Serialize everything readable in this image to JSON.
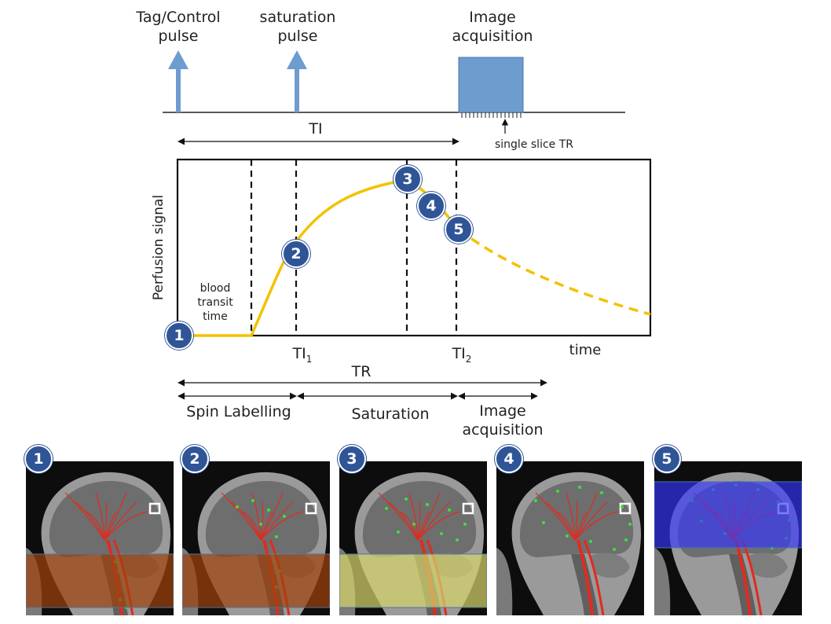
{
  "timing": {
    "tag_pulse": "Tag/Control\npulse",
    "saturation_pulse": "saturation\npulse",
    "image_acquisition": "Image\nacquisition",
    "ti": "TI",
    "single_slice_tr": "single slice TR"
  },
  "plot": {
    "ylabel": "Perfusion signal",
    "blood_transit": "blood\ntransit\ntime",
    "ti1_main": "TI",
    "ti1_sub": "1",
    "ti2_main": "TI",
    "ti2_sub": "2",
    "xlabel": "time",
    "points": [
      "1",
      "2",
      "3",
      "4",
      "5"
    ]
  },
  "phases": {
    "tr": "TR",
    "spin_labelling": "Spin Labelling",
    "saturation": "Saturation",
    "image_acquisition": "Image\nacquisition"
  },
  "panels": [
    {
      "number": "1",
      "overlay": "labelling"
    },
    {
      "number": "2",
      "overlay": "labelling"
    },
    {
      "number": "3",
      "overlay": "saturation"
    },
    {
      "number": "4",
      "overlay": "none"
    },
    {
      "number": "5",
      "overlay": "acquisition"
    }
  ],
  "colors": {
    "pulse": "#6f9ccf",
    "acquisition": "#6f9ccf",
    "curve": "#f2c200",
    "badge": "#2f5597",
    "artery": "#e02b1e",
    "labelled_blood": "#3ee13a",
    "labelling_overlay": "#a0410b",
    "saturation_overlay": "#d4d36a",
    "acquisition_overlay": "#3434ff"
  }
}
